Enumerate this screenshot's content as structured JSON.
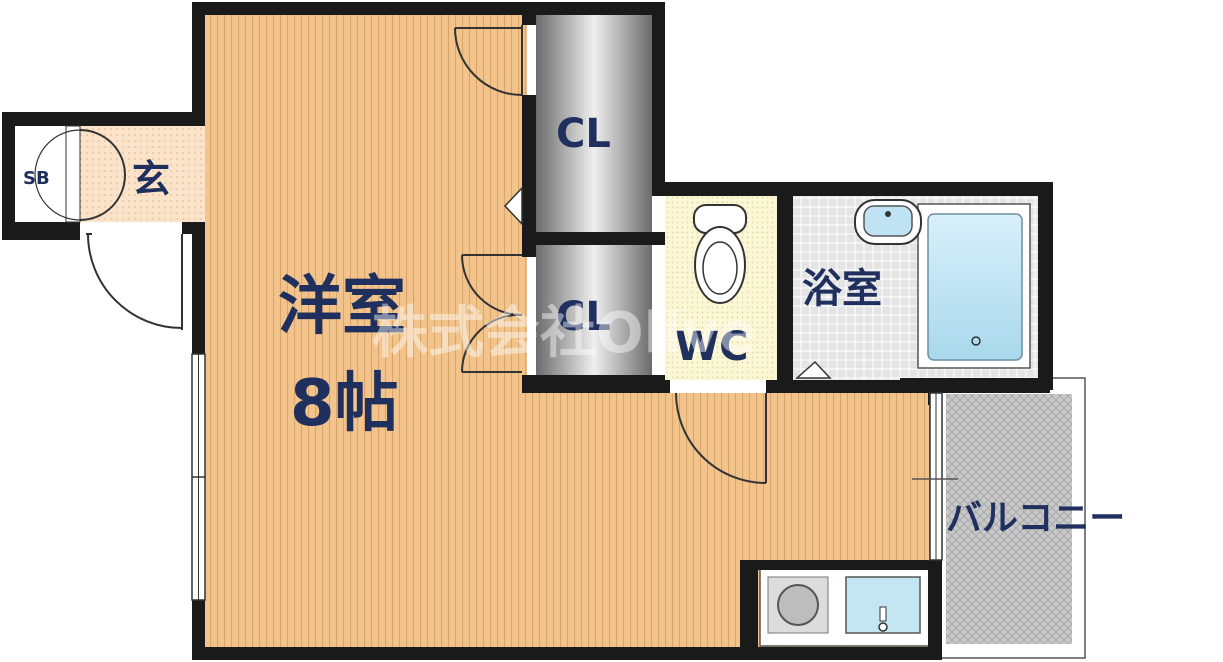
{
  "rooms": {
    "western_room_line1": "洋室",
    "western_room_line2": "8帖",
    "closet_upper": "CL",
    "closet_lower": "CL",
    "toilet": "WC",
    "bathroom": "浴室",
    "entrance": "玄",
    "shoe_box": "SB",
    "balcony": "バルコニー"
  },
  "watermark": "株式会社Olive",
  "colors": {
    "wall": "#1a1a1a",
    "floor": "#f2c48c",
    "floor_stripe": "#d9a56a",
    "label": "#1f2f5e",
    "closet_dark": "#6e6e6e",
    "closet_light": "#ececec",
    "wc_floor": "#fbf6d4",
    "bath_tub": "#bfe3f2",
    "balcony": "#cfcfcf"
  }
}
